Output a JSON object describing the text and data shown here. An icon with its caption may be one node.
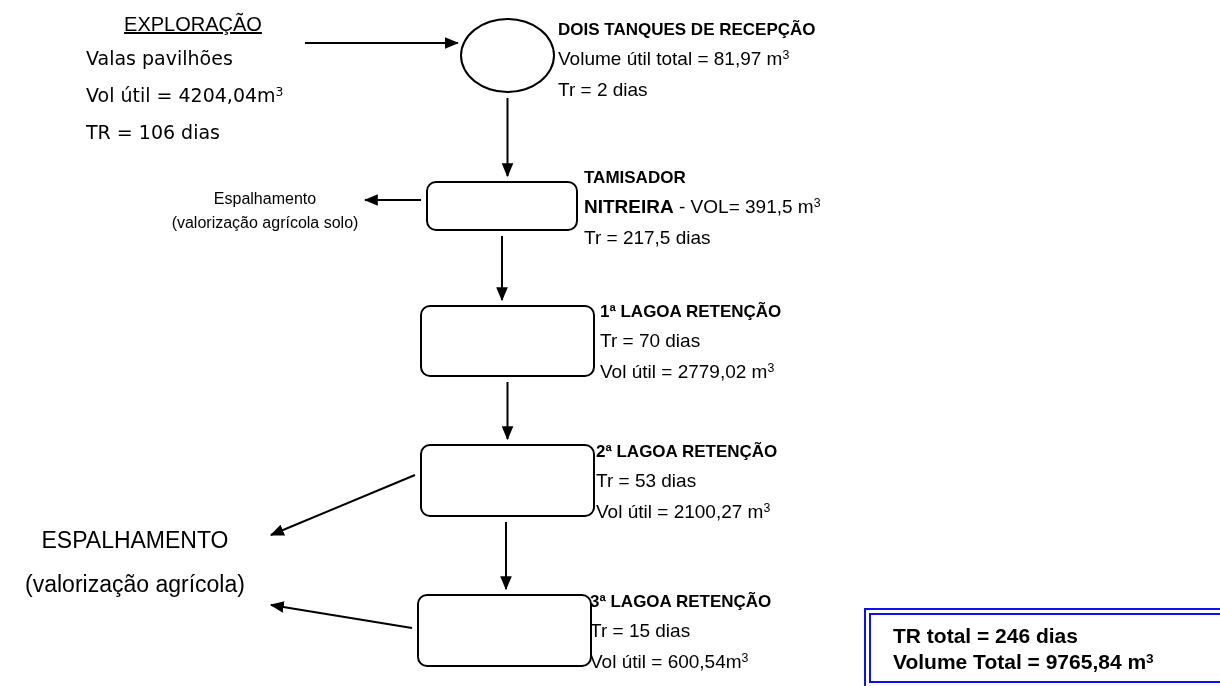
{
  "diagram": {
    "nodes": [
      {
        "text": [
          "EXPLORAÇÃO",
          "Valas pavilhões",
          "Vol útil = 4204,04m$^{3}$",
          "TR = 106 dias"
        ]
      },
      {
        "text": [],
        "shape": "circle",
        "beside": [
          "DOIS TANQUES DE RECEPÇÃO",
          "Volume útil total = 81,97 m$^{3}$",
          "Tr = 2 dias"
        ]
      },
      {
        "text": [
          "Espalhamento",
          "(valorização agrícola solo)"
        ]
      },
      {
        "text": [],
        "shape": "box",
        "beside": [
          "TAMISADOR",
          "**NITREIRA** - VOL= 391,5 m$^{3}$",
          "Tr = 217,5 dias"
        ]
      },
      {
        "text": [],
        "shape": "box",
        "beside": [
          "1ª LAGOA RETENÇÃO",
          "Tr = 70 dias",
          "Vol útil = 2779,02 m$^{3}$"
        ]
      },
      {
        "text": [],
        "shape": "box",
        "beside": [
          "2ª LAGOA RETENÇÃO",
          "Tr = 53 dias",
          "Vol útil = 2100,27 m$^{3}$"
        ]
      },
      {
        "text": [
          "ESPALHAMENTO",
          "(valorização agrícola)"
        ]
      },
      {
        "text": [],
        "shape": "box",
        "beside": [
          "3ª LAGOA RETENÇÃO",
          "Tr = 15 dias",
          "Vol útil = 600,54m$^{3}$"
        ]
      },
      {
        "text": [
          "TR total = 246 dias",
          "Volume Total = 9765,84 m$^{3}$"
        ]
      }
    ],
    "edges": [
      {
        "from": 0,
        "to": 1,
        "arrow": "to"
      },
      {
        "from": 1,
        "to": 3,
        "arrow": "to"
      },
      {
        "from": 3,
        "to": 2,
        "arrow": "to"
      },
      {
        "from": 3,
        "to": 4,
        "arrow": "to"
      },
      {
        "from": 4,
        "to": 5,
        "arrow": "to"
      },
      {
        "from": 5,
        "to": 6,
        "arrow": "to"
      },
      {
        "from": 5,
        "to": 7,
        "arrow": "to"
      },
      {
        "from": 7,
        "to": 6,
        "arrow": "to"
      }
    ]
  }
}
